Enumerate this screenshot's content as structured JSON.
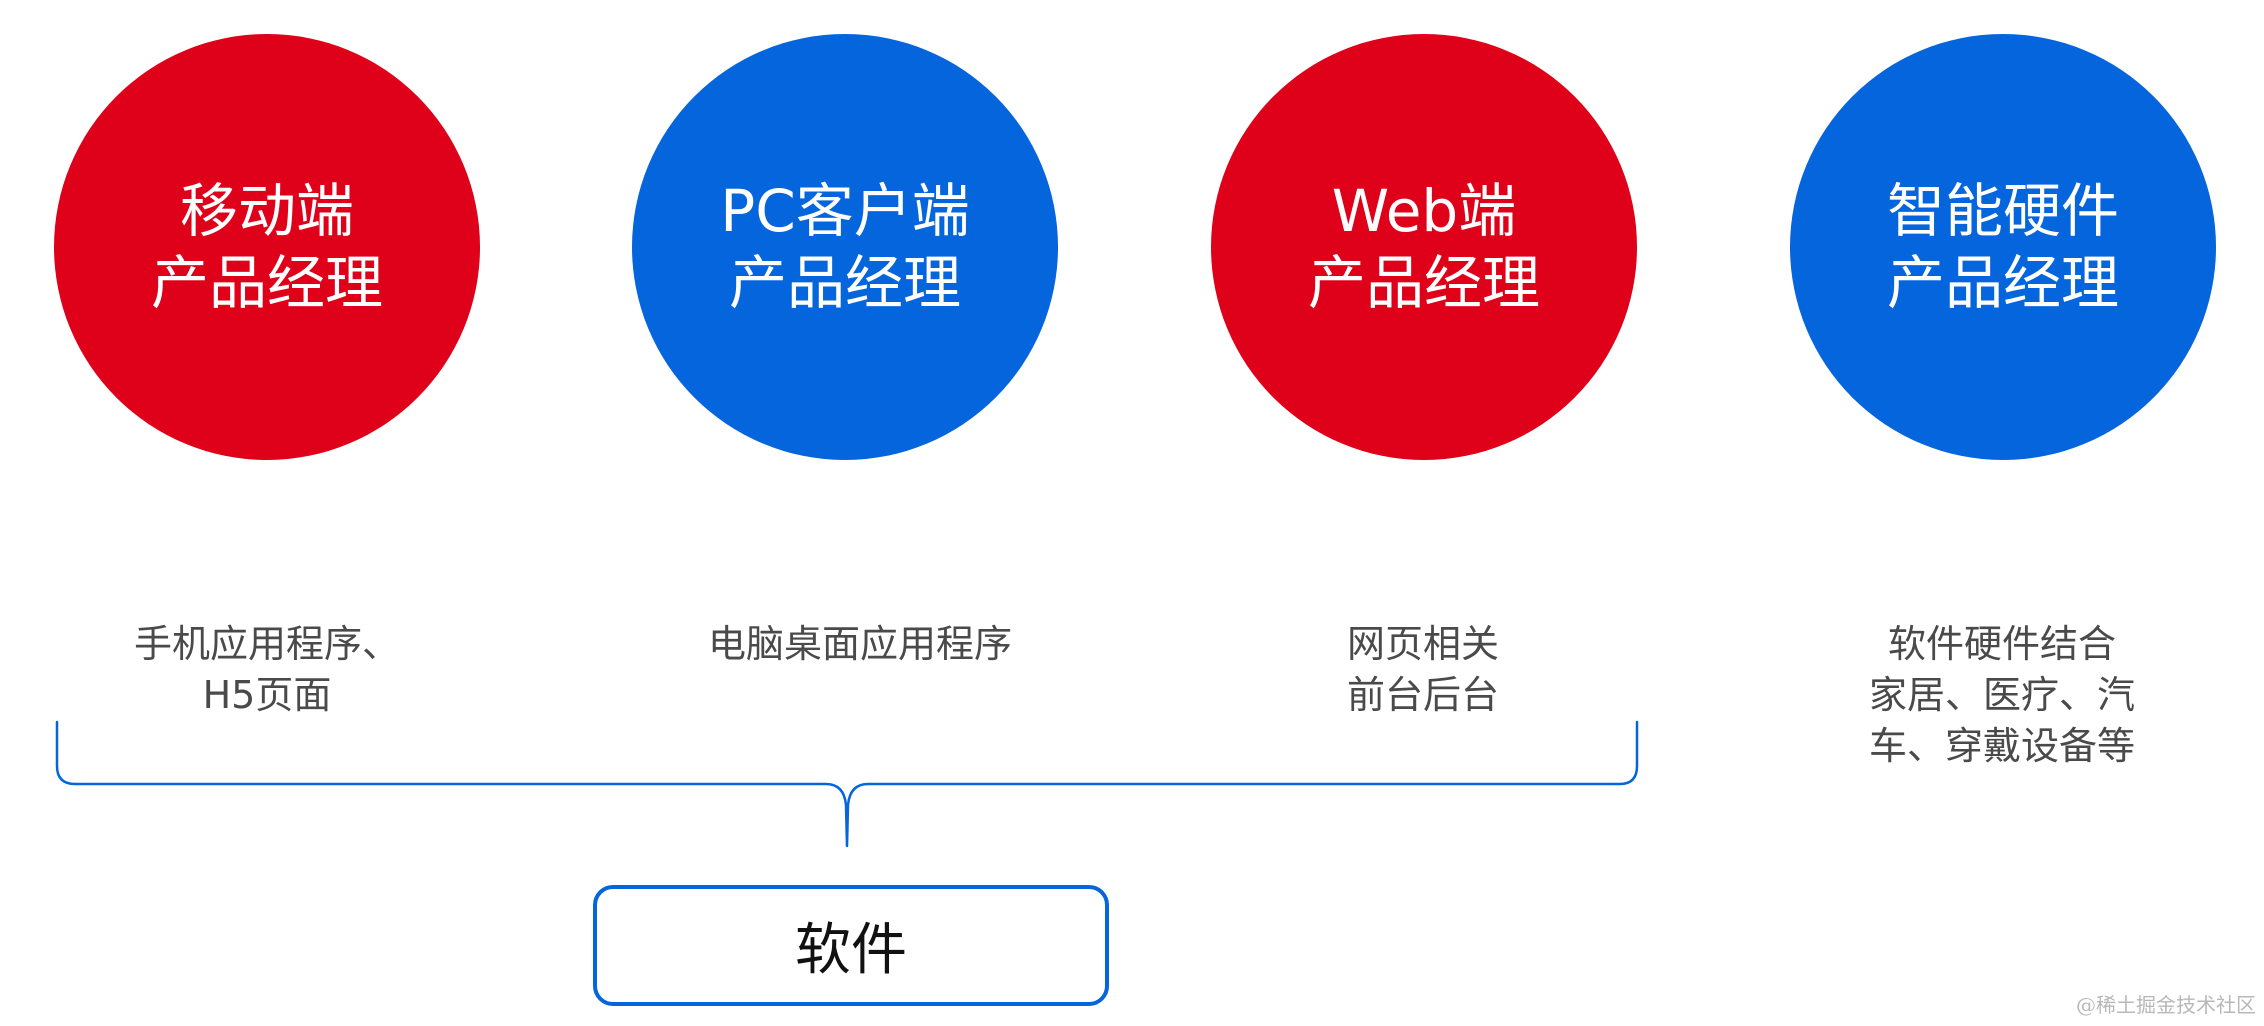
{
  "colors": {
    "red": "#df0019",
    "blue": "#0565dd",
    "desc_text": "#4a4a4a"
  },
  "roles": [
    {
      "color": "red",
      "title_lines": [
        "移动端",
        "产品经理"
      ],
      "desc_lines": [
        "手机应用程序、",
        "H5页面"
      ]
    },
    {
      "color": "blue",
      "title_lines": [
        "PC客户端",
        "产品经理"
      ],
      "desc_lines": [
        "电脑桌面应用程序"
      ]
    },
    {
      "color": "red",
      "title_lines": [
        "Web端",
        "产品经理"
      ],
      "desc_lines": [
        "网页相关",
        "前台后台"
      ]
    },
    {
      "color": "blue",
      "title_lines": [
        "智能硬件",
        "产品经理"
      ],
      "desc_lines": [
        "软件硬件结合",
        "家居、医疗、汽",
        "车、穿戴设备等"
      ]
    }
  ],
  "group": {
    "label": "软件"
  },
  "watermark": "@稀土掘金技术社区"
}
